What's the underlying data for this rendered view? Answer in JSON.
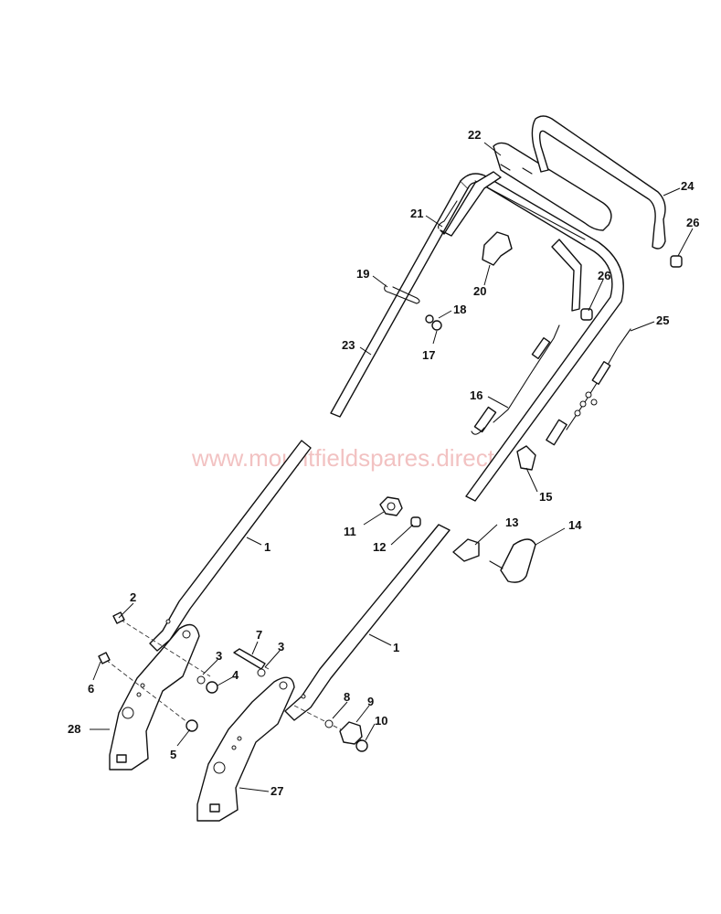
{
  "watermark": "www.mountfieldspares.direct",
  "callouts": [
    {
      "id": "c22",
      "label": "22"
    },
    {
      "id": "c24",
      "label": "24"
    },
    {
      "id": "c26a",
      "label": "26"
    },
    {
      "id": "c21",
      "label": "21"
    },
    {
      "id": "c26b",
      "label": "26"
    },
    {
      "id": "c19",
      "label": "19"
    },
    {
      "id": "c20",
      "label": "20"
    },
    {
      "id": "c18",
      "label": "18"
    },
    {
      "id": "c25",
      "label": "25"
    },
    {
      "id": "c23",
      "label": "23"
    },
    {
      "id": "c17",
      "label": "17"
    },
    {
      "id": "c16",
      "label": "16"
    },
    {
      "id": "c15",
      "label": "15"
    },
    {
      "id": "c13",
      "label": "13"
    },
    {
      "id": "c14",
      "label": "14"
    },
    {
      "id": "c11",
      "label": "11"
    },
    {
      "id": "c12",
      "label": "12"
    },
    {
      "id": "c1a",
      "label": "1"
    },
    {
      "id": "c2",
      "label": "2"
    },
    {
      "id": "c7",
      "label": "7"
    },
    {
      "id": "c3a",
      "label": "3"
    },
    {
      "id": "c3b",
      "label": "3"
    },
    {
      "id": "c1b",
      "label": "1"
    },
    {
      "id": "c4",
      "label": "4"
    },
    {
      "id": "c6",
      "label": "6"
    },
    {
      "id": "c8",
      "label": "8"
    },
    {
      "id": "c9",
      "label": "9"
    },
    {
      "id": "c10",
      "label": "10"
    },
    {
      "id": "c28",
      "label": "28"
    },
    {
      "id": "c5",
      "label": "5"
    },
    {
      "id": "c27",
      "label": "27"
    }
  ]
}
